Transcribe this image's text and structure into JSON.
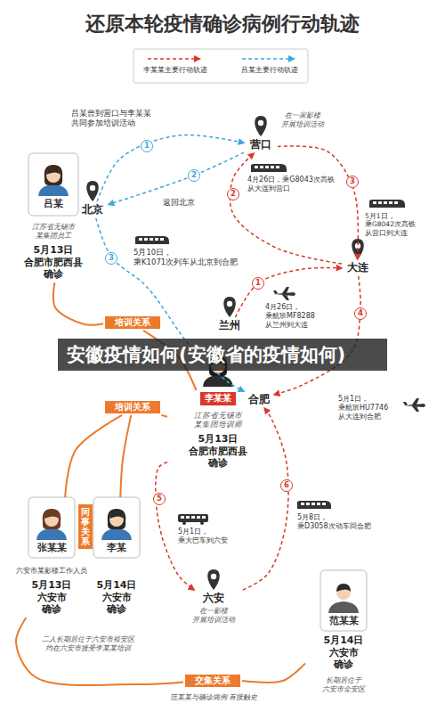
{
  "diagram": {
    "title": "还原本轮疫情确诊病例行动轨迹",
    "nodes": [
      {
        "text": [
          "吕某",
          "江苏省无锡市 某集团员工",
          "5月13日 合肥市肥西县 确诊"
        ]
      },
      {
        "text": [
          "营口",
          "在一家影楼 开展培训活动"
        ]
      },
      {
        "text": [
          "北京"
        ]
      },
      {
        "text": [
          "大连"
        ]
      },
      {
        "text": [
          "兰州"
        ]
      },
      {
        "text": [
          "李某某",
          "江苏省无锡市 某集团培训师",
          "5月13日 合肥市肥西县 确诊"
        ]
      },
      {
        "text": [
          "合肥"
        ]
      },
      {
        "text": [
          "六安",
          "在一影楼 开展培训活动"
        ]
      },
      {
        "text": [
          "张某某",
          "六安市某影楼工作人员",
          "5月13日 六安市 确诊"
        ]
      },
      {
        "text": [
          "李某",
          "5月14日 六安市 确诊"
        ]
      },
      {
        "text": [
          "范某某",
          "5月14日 六安市 确诊",
          "长期居住于 六安市金安区"
        ]
      },
      {
        "text": [
          "培训关系"
        ]
      },
      {
        "text": [
          "培训关系"
        ]
      },
      {
        "text": [
          "同事关系"
        ]
      },
      {
        "text": [
          "交集关系"
        ]
      }
    ],
    "edges": [
      {
        "from": 2,
        "to": 1,
        "arrow": "to",
        "label": "吕某曾到营口与李某某 共同参加培训活动"
      },
      {
        "from": 1,
        "to": 2,
        "arrow": "to",
        "label": "返回北京"
      },
      {
        "from": 2,
        "to": 6,
        "arrow": "to",
        "label": "5月10日， 乘K1071次列车从北京到合肥"
      },
      {
        "from": 3,
        "to": 1,
        "arrow": "to",
        "label": "4月26日，乘G8043次高铁 从大连到营口"
      },
      {
        "from": 1,
        "to": 3,
        "arrow": "to",
        "label": "5月1日，乘G8042次高铁 从营口到大连"
      },
      {
        "from": 4,
        "to": 3,
        "arrow": "to",
        "label": "4月26日， 乘航班MF8288 从兰州到大连"
      },
      {
        "from": 3,
        "to": 6,
        "arrow": "to",
        "label": "5月1日， 乘航班HU7746 从大连到合肥"
      },
      {
        "from": 5,
        "to": 7,
        "arrow": "to",
        "label": "5月1日， 乘大巴车到六安"
      },
      {
        "from": 7,
        "to": 6,
        "arrow": "to",
        "label": "5月8日， 乘D3058次动车回合肥"
      },
      {
        "from": 0,
        "to": 11,
        "arrow": "none"
      },
      {
        "from": 11,
        "to": 5,
        "arrow": "none"
      },
      {
        "from": 5,
        "to": 12,
        "arrow": "none"
      },
      {
        "from": 12,
        "to": 8,
        "arrow": "none"
      },
      {
        "from": 12,
        "to": 9,
        "arrow": "none"
      },
      {
        "from": 8,
        "to": 14,
        "arrow": "none"
      },
      {
        "from": 14,
        "to": 10,
        "arrow": "none"
      }
    ],
    "labels": [
      "安徽疫情如何(安徽省的疫情如何)",
      "1",
      "2",
      "3",
      "2",
      "3",
      "1",
      "4",
      "5",
      "6",
      "二人长期居住于六安市裕安区 均在六安市接受李某某培训",
      "范某某与确诊病例 有接触史"
    ],
    "legend": [
      {
        "text": "李某某主要行动轨迹"
      },
      {
        "text": "吕某主要行动轨迹"
      }
    ]
  }
}
